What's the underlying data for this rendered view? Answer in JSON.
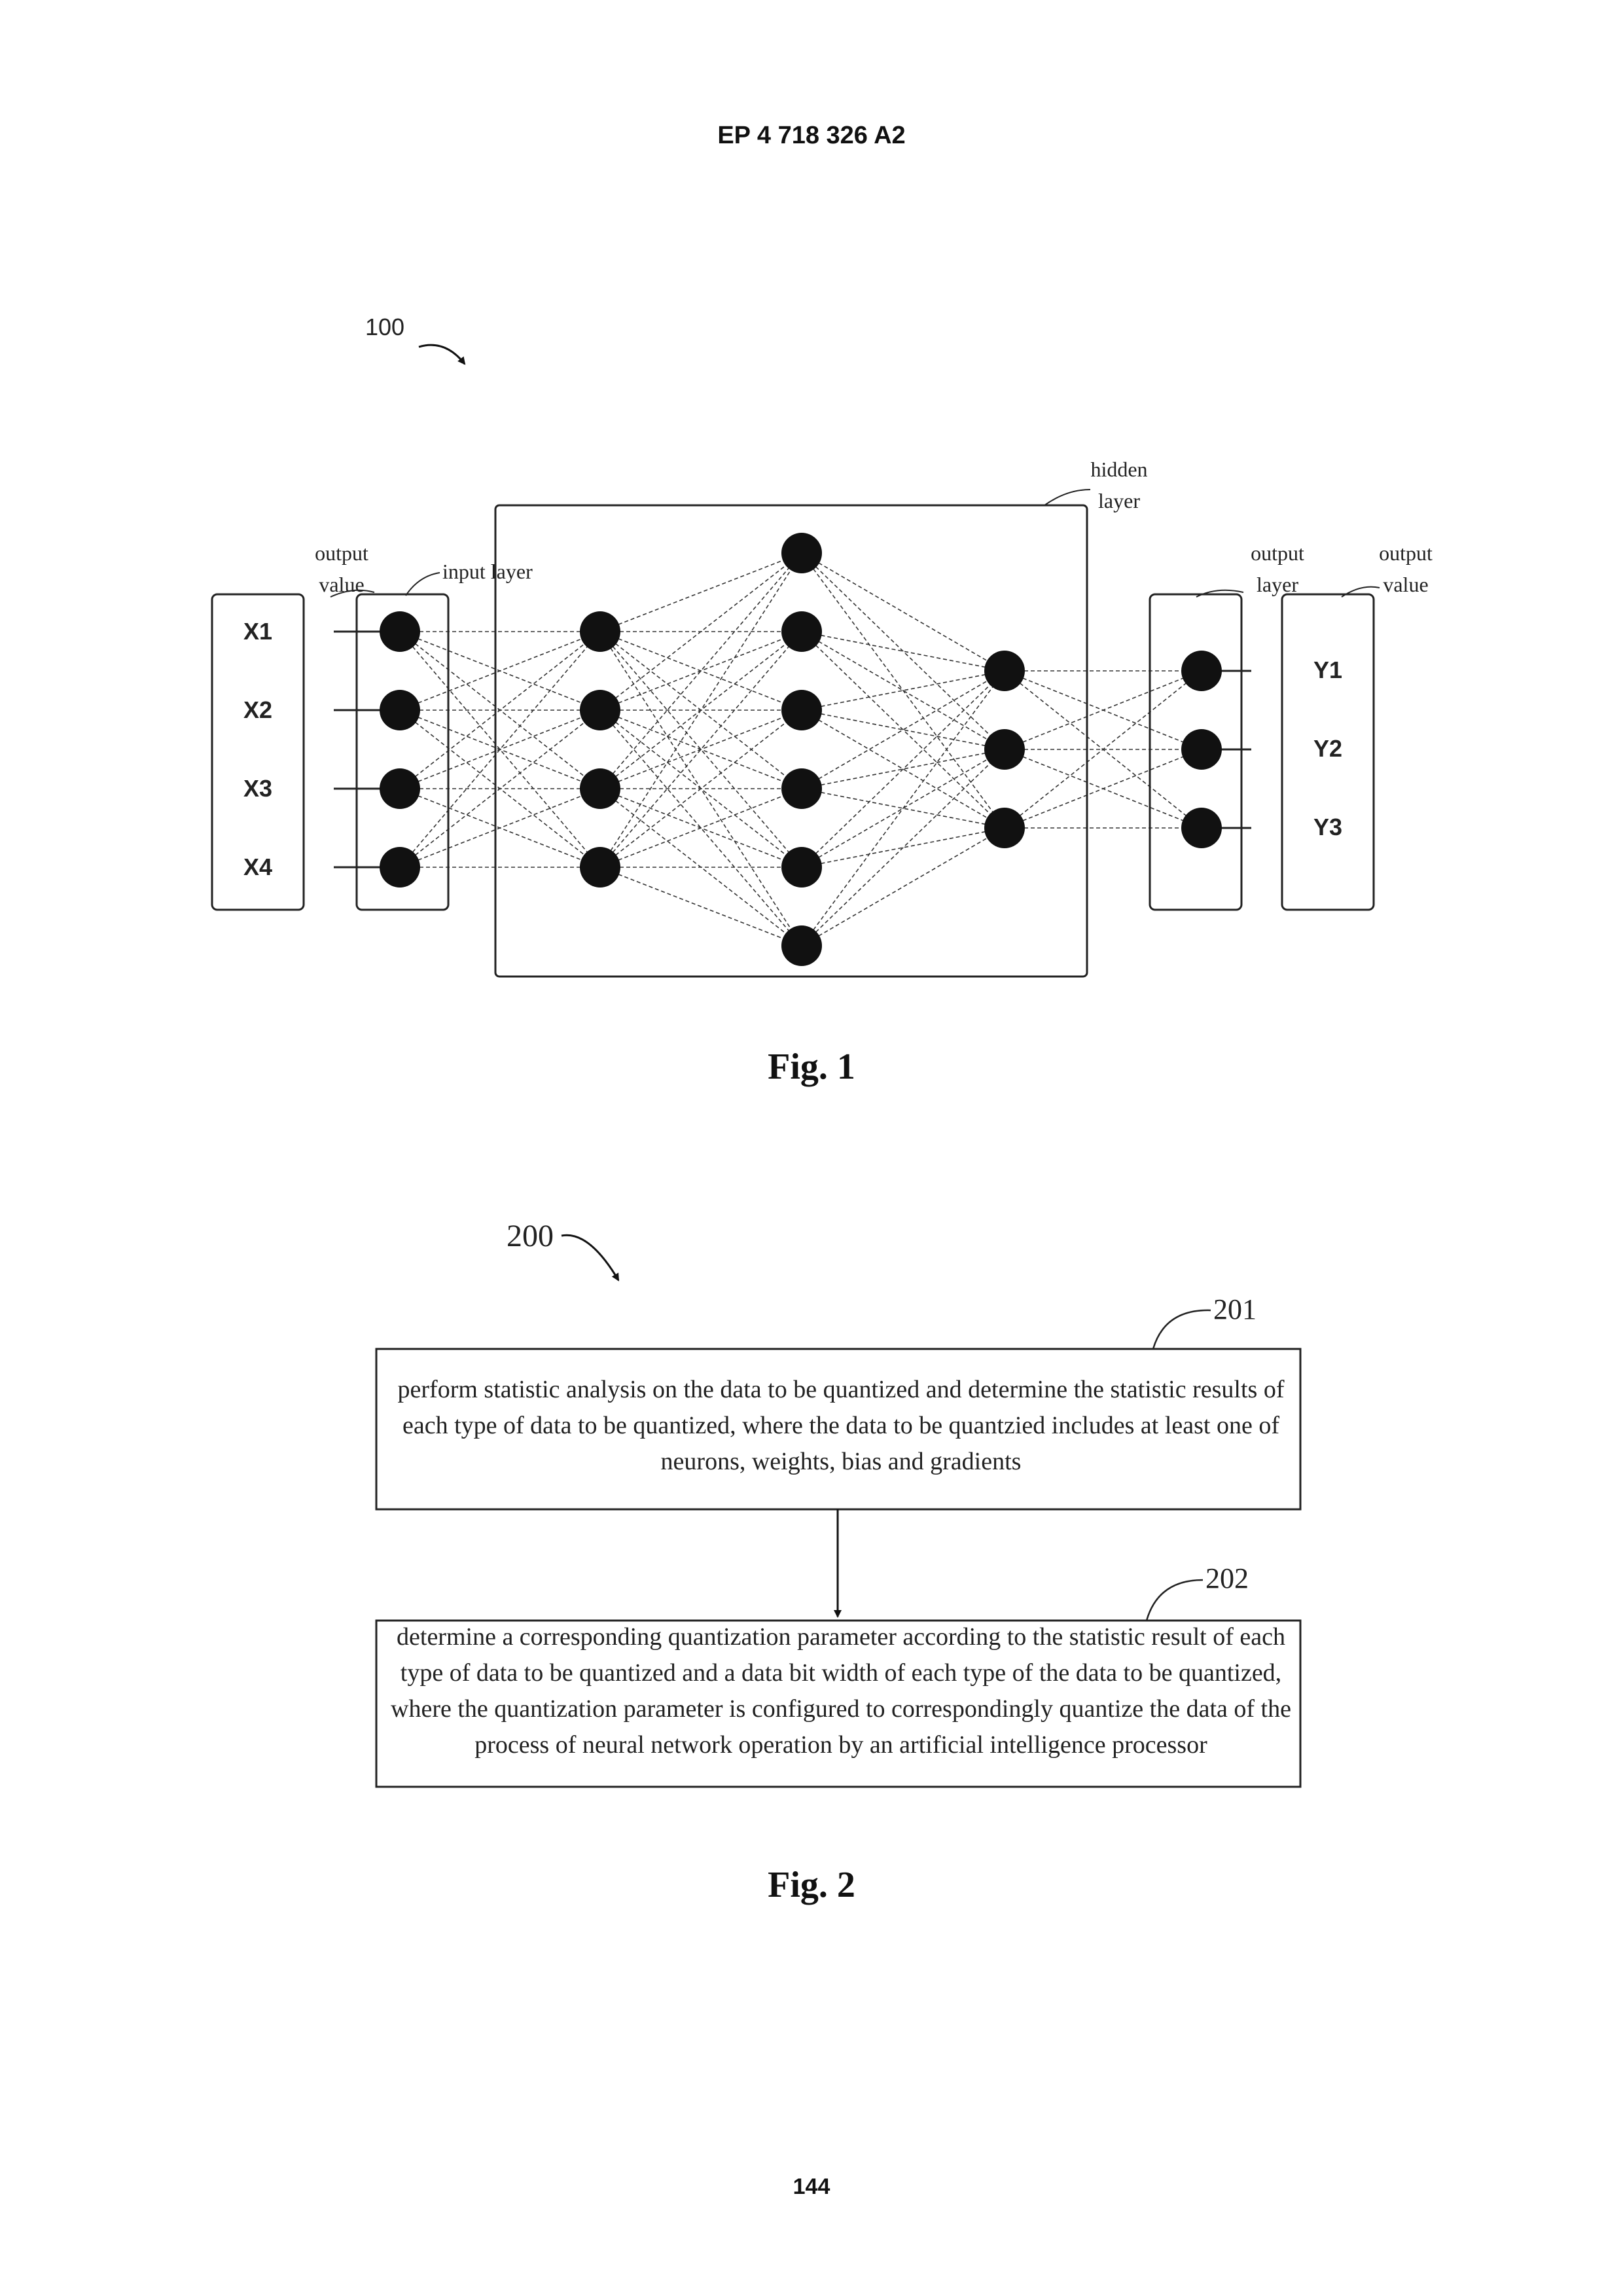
{
  "header": {
    "patent_number": "EP 4 718 326 A2"
  },
  "footer": {
    "page_number": "144"
  },
  "figure1": {
    "ref_numeral": "100",
    "caption": "Fig. 1",
    "labels": {
      "input_value_line1": "output",
      "input_value_line2": "value",
      "input_layer": "input layer",
      "hidden_line1": "hidden",
      "hidden_line2": "layer",
      "output_layer_line1": "output",
      "output_layer_line2": "layer",
      "output_value_line1": "output",
      "output_value_line2": "value"
    },
    "inputs": [
      "X1",
      "X2",
      "X3",
      "X4"
    ],
    "outputs": [
      "Y1",
      "Y2",
      "Y3"
    ],
    "layer_neuron_counts": [
      4,
      4,
      6,
      3,
      3
    ]
  },
  "figure2": {
    "ref_numeral": "200",
    "caption": "Fig. 2",
    "steps": [
      {
        "id": "201",
        "text": "perform statistic analysis on the data to be quantized and determine the statistic results of each type of data to be quantized, where the data to be quantzied includes at least one of neurons, weights, bias and gradients"
      },
      {
        "id": "202",
        "text": "determine a corresponding quantization parameter according to the statistic result of each type of data to be quantized and a data bit width of each type of the data to be quantized, where the quantization parameter is configured to correspondingly quantize the data of the process of neural network operation by an artificial intelligence processor"
      }
    ]
  }
}
